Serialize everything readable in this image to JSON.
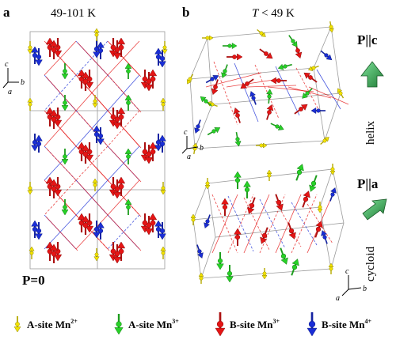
{
  "figure": {
    "panel_a": {
      "letter": "a",
      "temperature": "49-101 K",
      "polarization": "P=0",
      "axis_labels": {
        "c": "c",
        "b": "b",
        "a": "a"
      }
    },
    "panel_b": {
      "letter": "b",
      "temperature_symbol": "T",
      "temperature_rest": " < 49 K",
      "top": {
        "polarization": "P||c",
        "phase": "helix",
        "axis_labels": {
          "c": "c",
          "b": "b",
          "a": "a"
        }
      },
      "bottom": {
        "polarization": "P||a",
        "phase": "cycloid",
        "axis_labels": {
          "c": "c",
          "b": "b",
          "a": "a"
        }
      }
    },
    "legend": [
      {
        "text": "A-site Mn",
        "sup": "2+",
        "color": "#f2e200",
        "icon": "yellow-down-arrow-icon"
      },
      {
        "text": "A-site Mn",
        "sup": "3+",
        "color": "#27d127",
        "icon": "green-down-arrow-icon"
      },
      {
        "text": "B-site Mn",
        "sup": "3+",
        "color": "#e51515",
        "icon": "red-down-arrow-icon"
      },
      {
        "text": "B-site Mn",
        "sup": "4+",
        "color": "#1a2ed6",
        "icon": "blue-down-arrow-icon"
      }
    ],
    "colors": {
      "a_site_mn2": "#f2e200",
      "a_site_mn3": "#27d127",
      "b_site_mn3": "#e51515",
      "b_site_mn4": "#1a2ed6",
      "polarization_arrow": "#1f8a3a"
    }
  }
}
